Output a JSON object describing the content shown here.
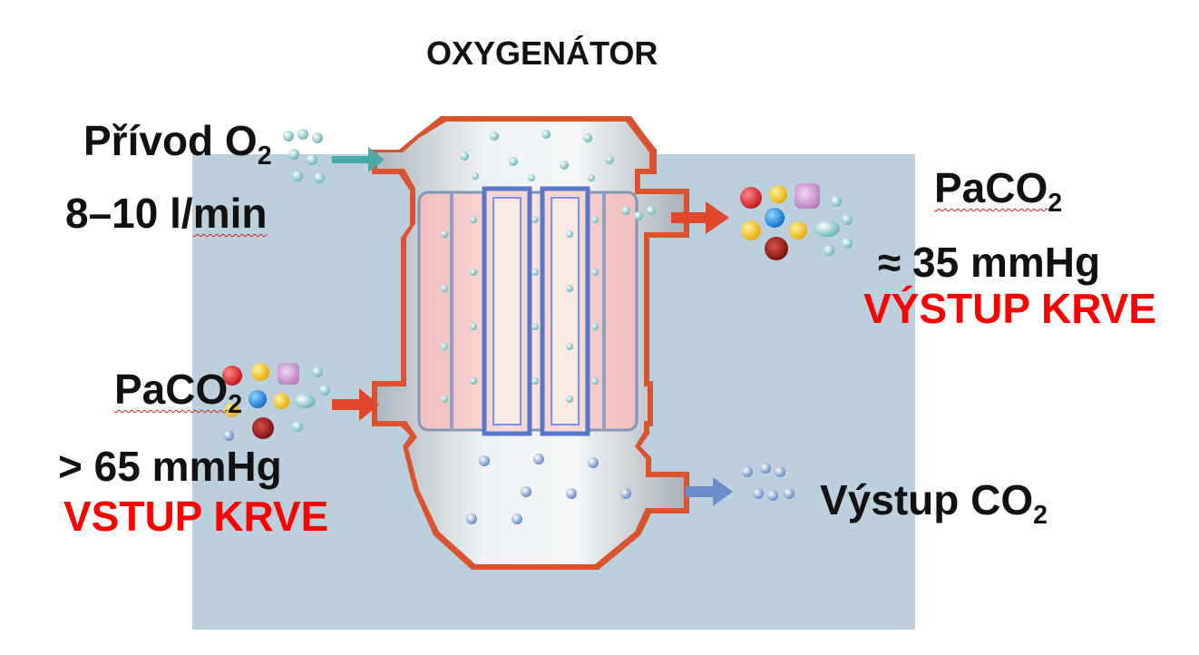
{
  "title": "OXYGENÁTOR",
  "gas_inlet": {
    "label": "Přívod O",
    "subscript": "2",
    "flow_value": "8–10 l/",
    "flow_unit": "min"
  },
  "blood_inlet": {
    "param": "PaCO",
    "subscript": "2",
    "value": "> 65 mmHg",
    "label": "VSTUP KRVE"
  },
  "blood_outlet": {
    "param": "PaCO",
    "subscript": "2",
    "value": "≈ 35 mmHg",
    "label": "VÝSTUP KRVE"
  },
  "gas_outlet": {
    "label": "Výstup CO",
    "subscript": "2"
  },
  "colors": {
    "background_panel": "#bccfdd",
    "housing_outline": "#d9542e",
    "housing_body": "#cfd8de",
    "membrane_chamber": "#f6cccc",
    "blood_arrow": "#e0462a",
    "gas_arrow_in": "#4aa8a6",
    "gas_arrow_out": "#6a8cc9",
    "label_red": "#ff0000",
    "label_black": "#111111"
  }
}
